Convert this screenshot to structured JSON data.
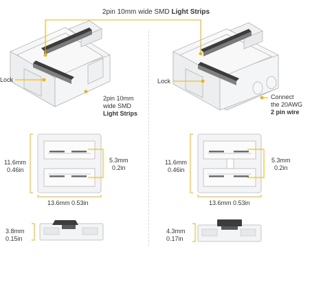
{
  "title": {
    "prefix": "2pin 10mm wide SMD",
    "bold": "Light Strips"
  },
  "left": {
    "lock_label": "Lock",
    "strip_label": {
      "line1": "2pin 10mm",
      "line2": "wide SMD",
      "line3": "Light Strips"
    },
    "height_mm": "11.6mm",
    "height_in": "0.46in",
    "pin_mm": "5.3mm",
    "pin_in": "0.2in",
    "width_label": "13.6mm 0.53in",
    "side_mm": "3.8mm",
    "side_in": "0.15in"
  },
  "right": {
    "lock_label": "Lock",
    "wire_label": {
      "line1": "Connect",
      "line2": "the 20AWG",
      "line3": "2 pin wire"
    },
    "height_mm": "11.6mm",
    "height_in": "0.46in",
    "pin_mm": "5.3mm",
    "pin_in": "0.2in",
    "width_label": "13.6mm 0.53in",
    "side_mm": "4.3mm",
    "side_in": "0.17in"
  },
  "colors": {
    "accent": "#f5b000",
    "text": "#333333",
    "outline": "#b8b8b8",
    "plastic": "#f3f4f6",
    "metal": "#3c3c3c"
  }
}
